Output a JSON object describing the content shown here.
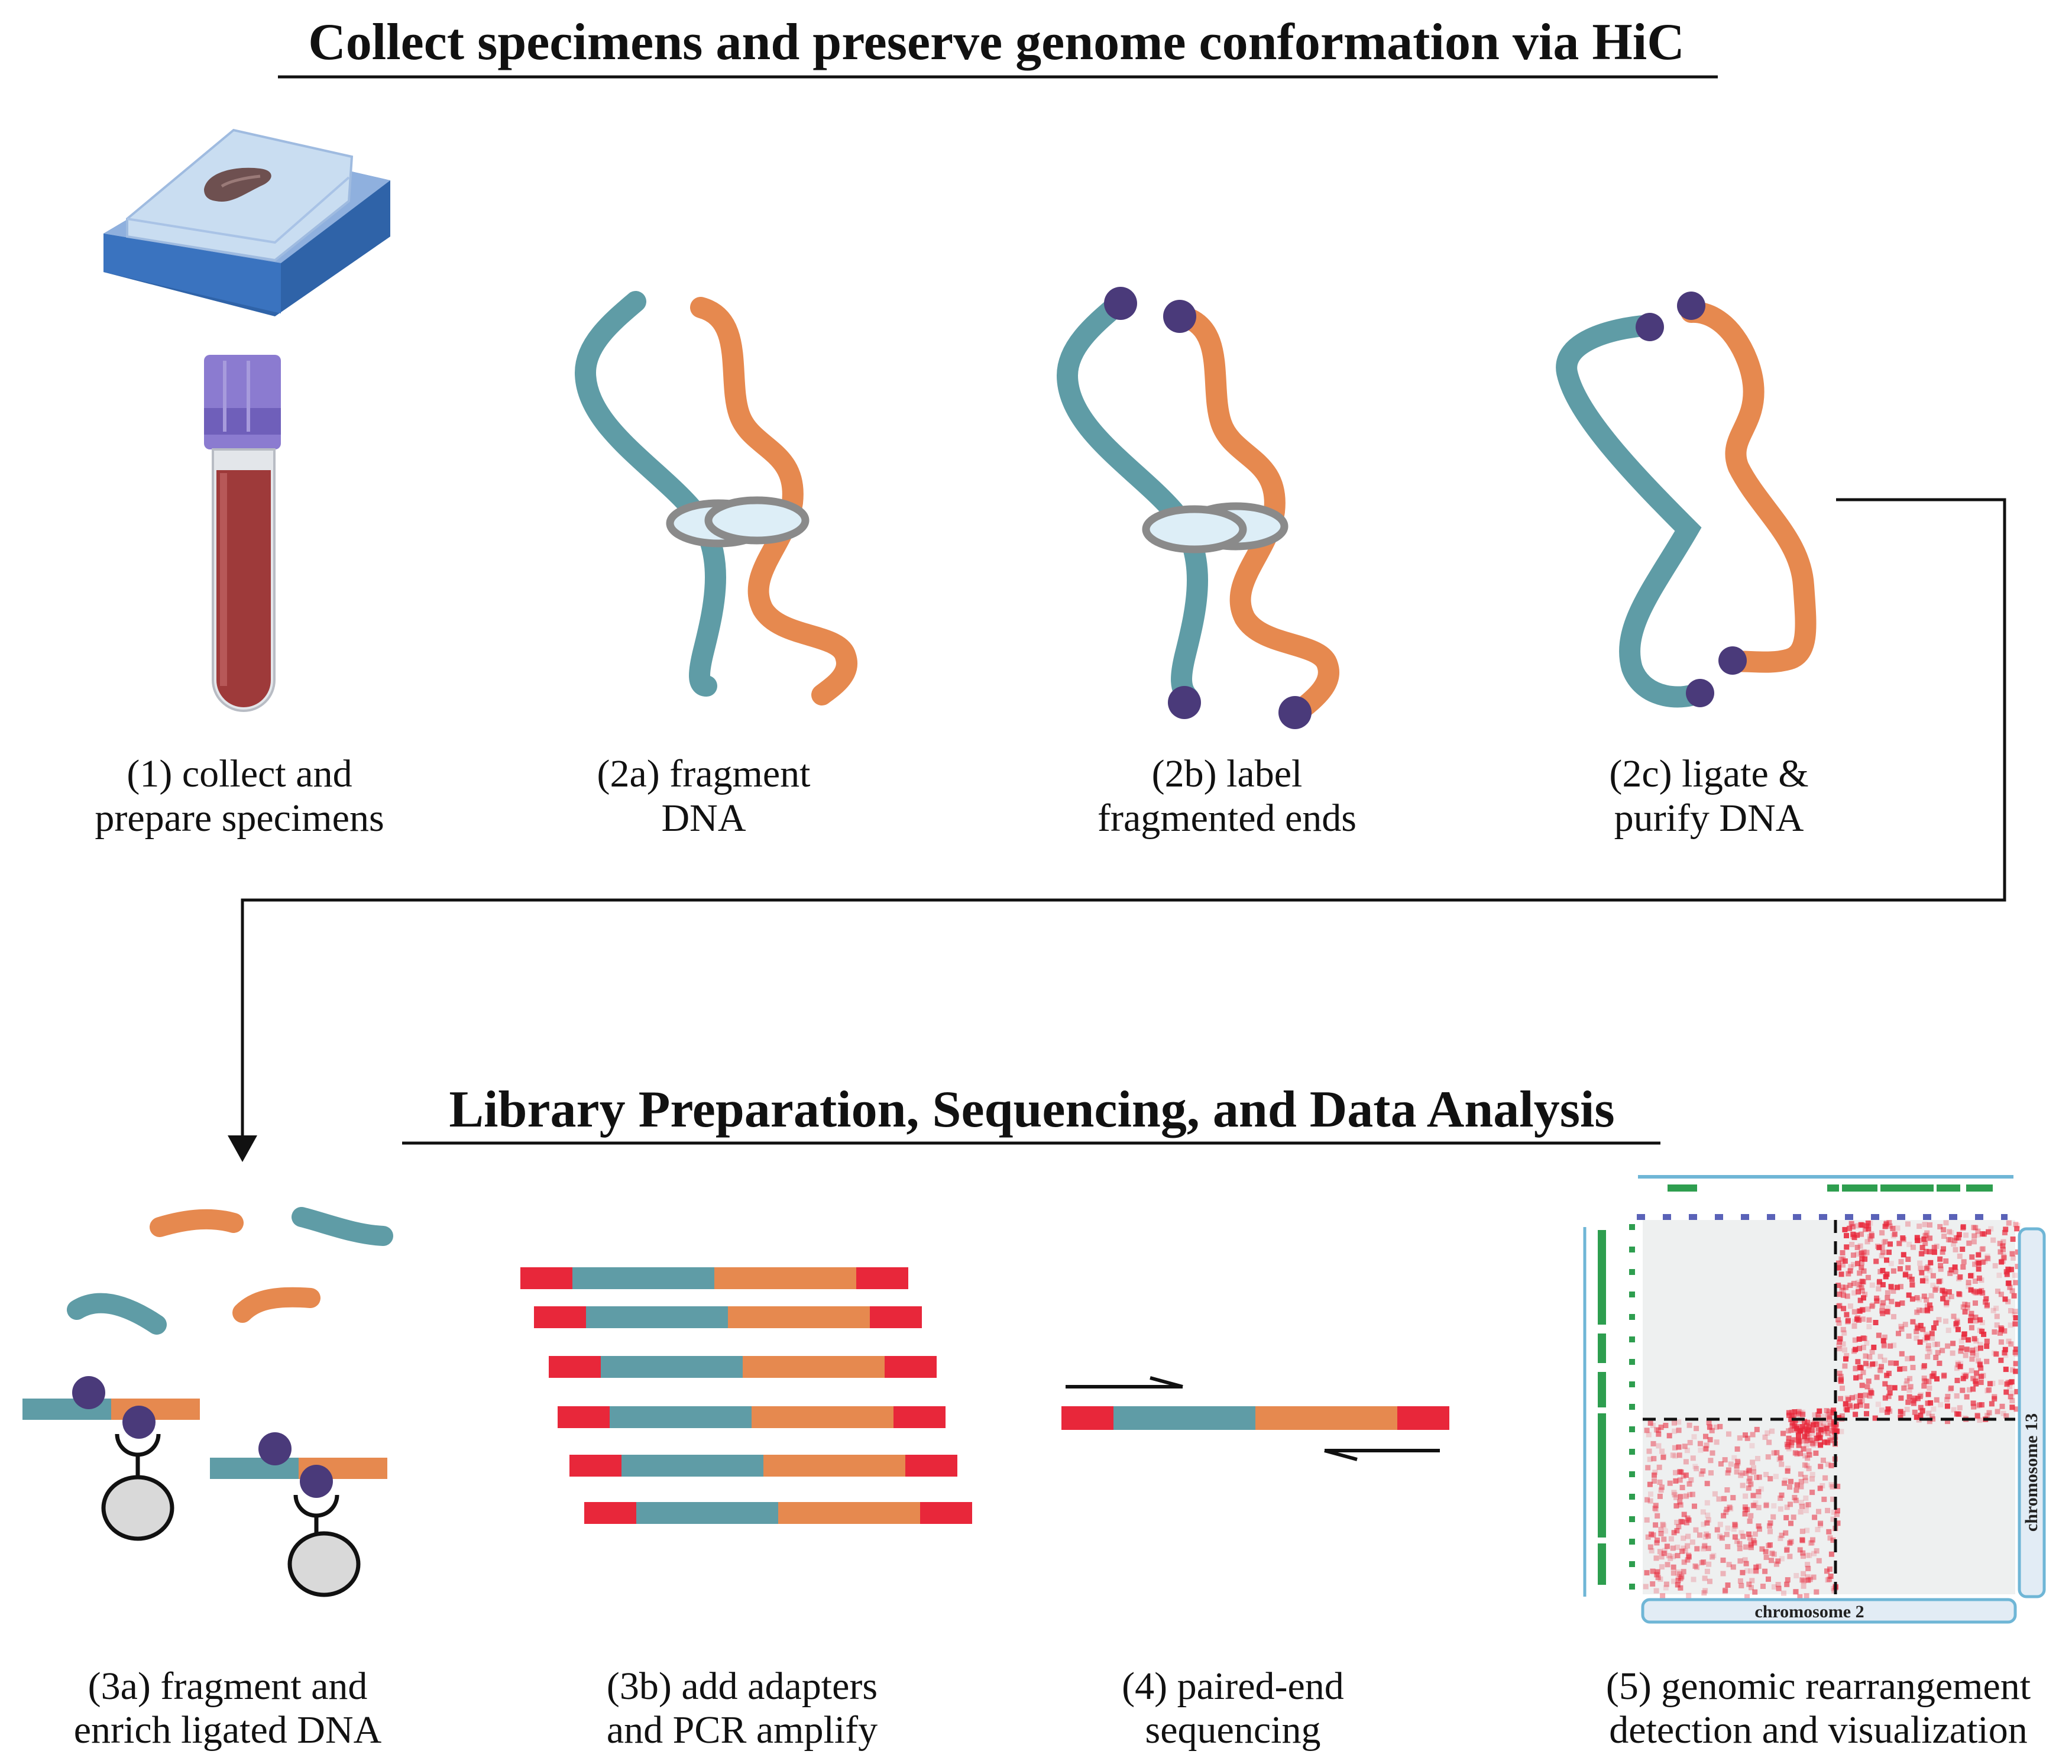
{
  "titles": {
    "top": "Collect specimens and preserve genome conformation via HiC",
    "bottom": "Library Preparation, Sequencing, and Data Analysis"
  },
  "steps": [
    {
      "line1": "(1) collect and",
      "line2": "prepare specimens"
    },
    {
      "line1": "(2a) fragment",
      "line2": "DNA"
    },
    {
      "line1": "(2b) label",
      "line2": "fragmented ends"
    },
    {
      "line1": "(2c) ligate &",
      "line2": "purify DNA"
    },
    {
      "line1": "(3a) fragment and",
      "line2": "enrich ligated DNA"
    },
    {
      "line1": "(3b) add adapters",
      "line2": "and PCR amplify"
    },
    {
      "line1": "(4) paired-end",
      "line2": "sequencing"
    },
    {
      "line1": "(5) genomic rearrangement",
      "line2": "detection and visualization"
    }
  ],
  "heatmap": {
    "x_label": "chromosome 2",
    "y_label": "chromosome 13"
  },
  "colors": {
    "strand_a": "#5f9ca6",
    "strand_b": "#e6894f",
    "adapter": "#e8273a",
    "label_dot": "#4a3a7a",
    "heat": "#e8273a"
  }
}
